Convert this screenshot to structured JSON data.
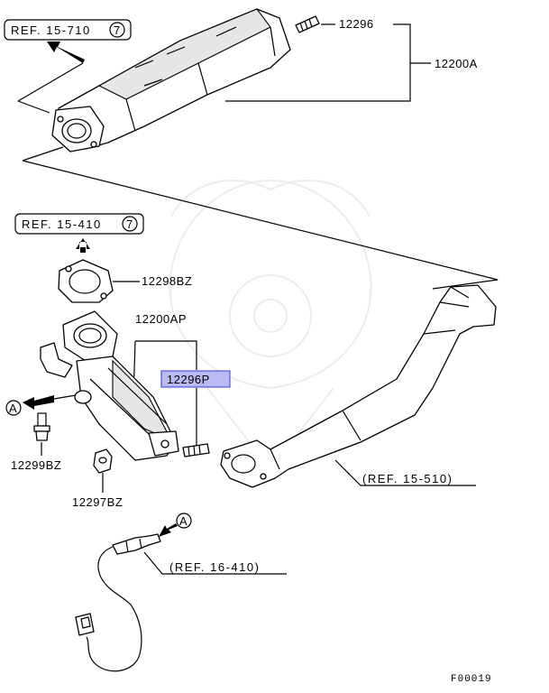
{
  "refs": {
    "top": "REF. 15-710",
    "top_circle": "7",
    "middle": "REF. 15-410",
    "middle_circle": "7",
    "pipe": "(REF. 15-510)",
    "sensor": "(REF. 16-410)"
  },
  "parts": {
    "p12296": "12296",
    "p12200A": "12200A",
    "p12298BZ": "12298BZ",
    "p12200AP": "12200AP",
    "p12296P": "12296P",
    "p12299BZ": "12299BZ",
    "p12297BZ": "12297BZ"
  },
  "connector": {
    "left": "A",
    "right": "A"
  },
  "figure_code": "F00019",
  "colors": {
    "highlight_fill": "#b9b9f3",
    "highlight_border": "#3a3ac8",
    "line": "#000000"
  }
}
